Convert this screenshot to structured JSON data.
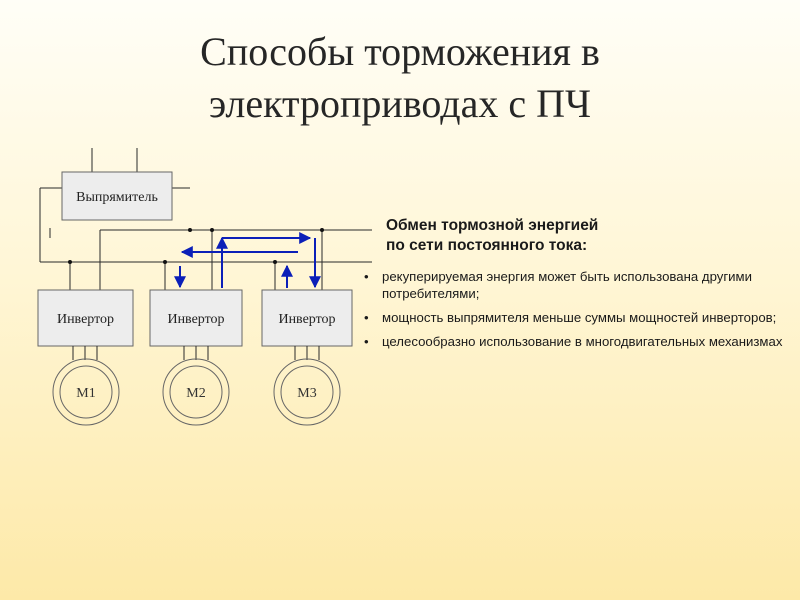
{
  "title": {
    "line1": "Способы торможения в",
    "line2": "электроприводах с ПЧ"
  },
  "diagram": {
    "rectifier": "Выпрямитель",
    "inverters": [
      "Инвертор",
      "Инвертор",
      "Инвертор"
    ],
    "motors": [
      "M1",
      "M2",
      "M3"
    ],
    "arrow_color": "#0b1fb8"
  },
  "info": {
    "heading_line1": "Обмен тормозной энергией",
    "heading_line2": "по сети постоянного тока:",
    "bullets": [
      "рекуперируемая энергия может быть использована другими потребителями;",
      "мощность выпрямителя меньше суммы мощностей инверторов;",
      "целесообразно использование в многодвигательных механизмах"
    ]
  }
}
